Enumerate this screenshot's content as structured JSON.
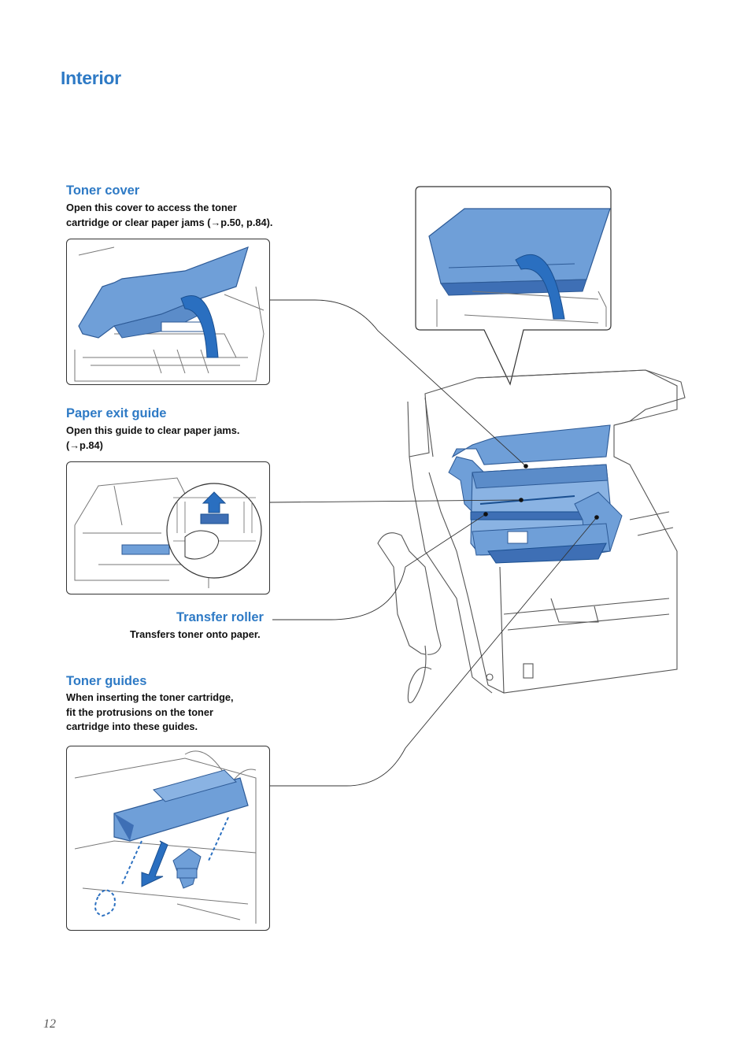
{
  "page": {
    "title": "Interior",
    "page_number": "12"
  },
  "sections": {
    "toner_cover": {
      "title": "Toner cover",
      "desc_line1": "Open this cover to access the toner",
      "desc_line2": "cartridge or clear paper jams (→p.50, p.84)."
    },
    "paper_exit_guide": {
      "title": "Paper exit guide",
      "desc_line1": "Open this guide to clear paper jams.",
      "desc_line2": "(→p.84)"
    },
    "transfer_roller": {
      "title": "Transfer roller",
      "desc_line1": "Transfers toner onto paper."
    },
    "toner_guides": {
      "title": "Toner guides",
      "desc_line1": "When inserting the toner cartridge,",
      "desc_line2": "fit the protrusions on the toner",
      "desc_line3": "cartridge into these guides."
    }
  },
  "colors": {
    "accent": "#2e7ac5",
    "part_fill": "#6f9fd8",
    "part_dark": "#3e6fb5",
    "arrow_blue": "#2a6fc0",
    "line_art": "#555555"
  },
  "icons": {
    "open_arrow": "curved-arrow-icon",
    "insert_arrow": "down-arrow-icon",
    "lift_arrow": "up-arrow-icon"
  }
}
